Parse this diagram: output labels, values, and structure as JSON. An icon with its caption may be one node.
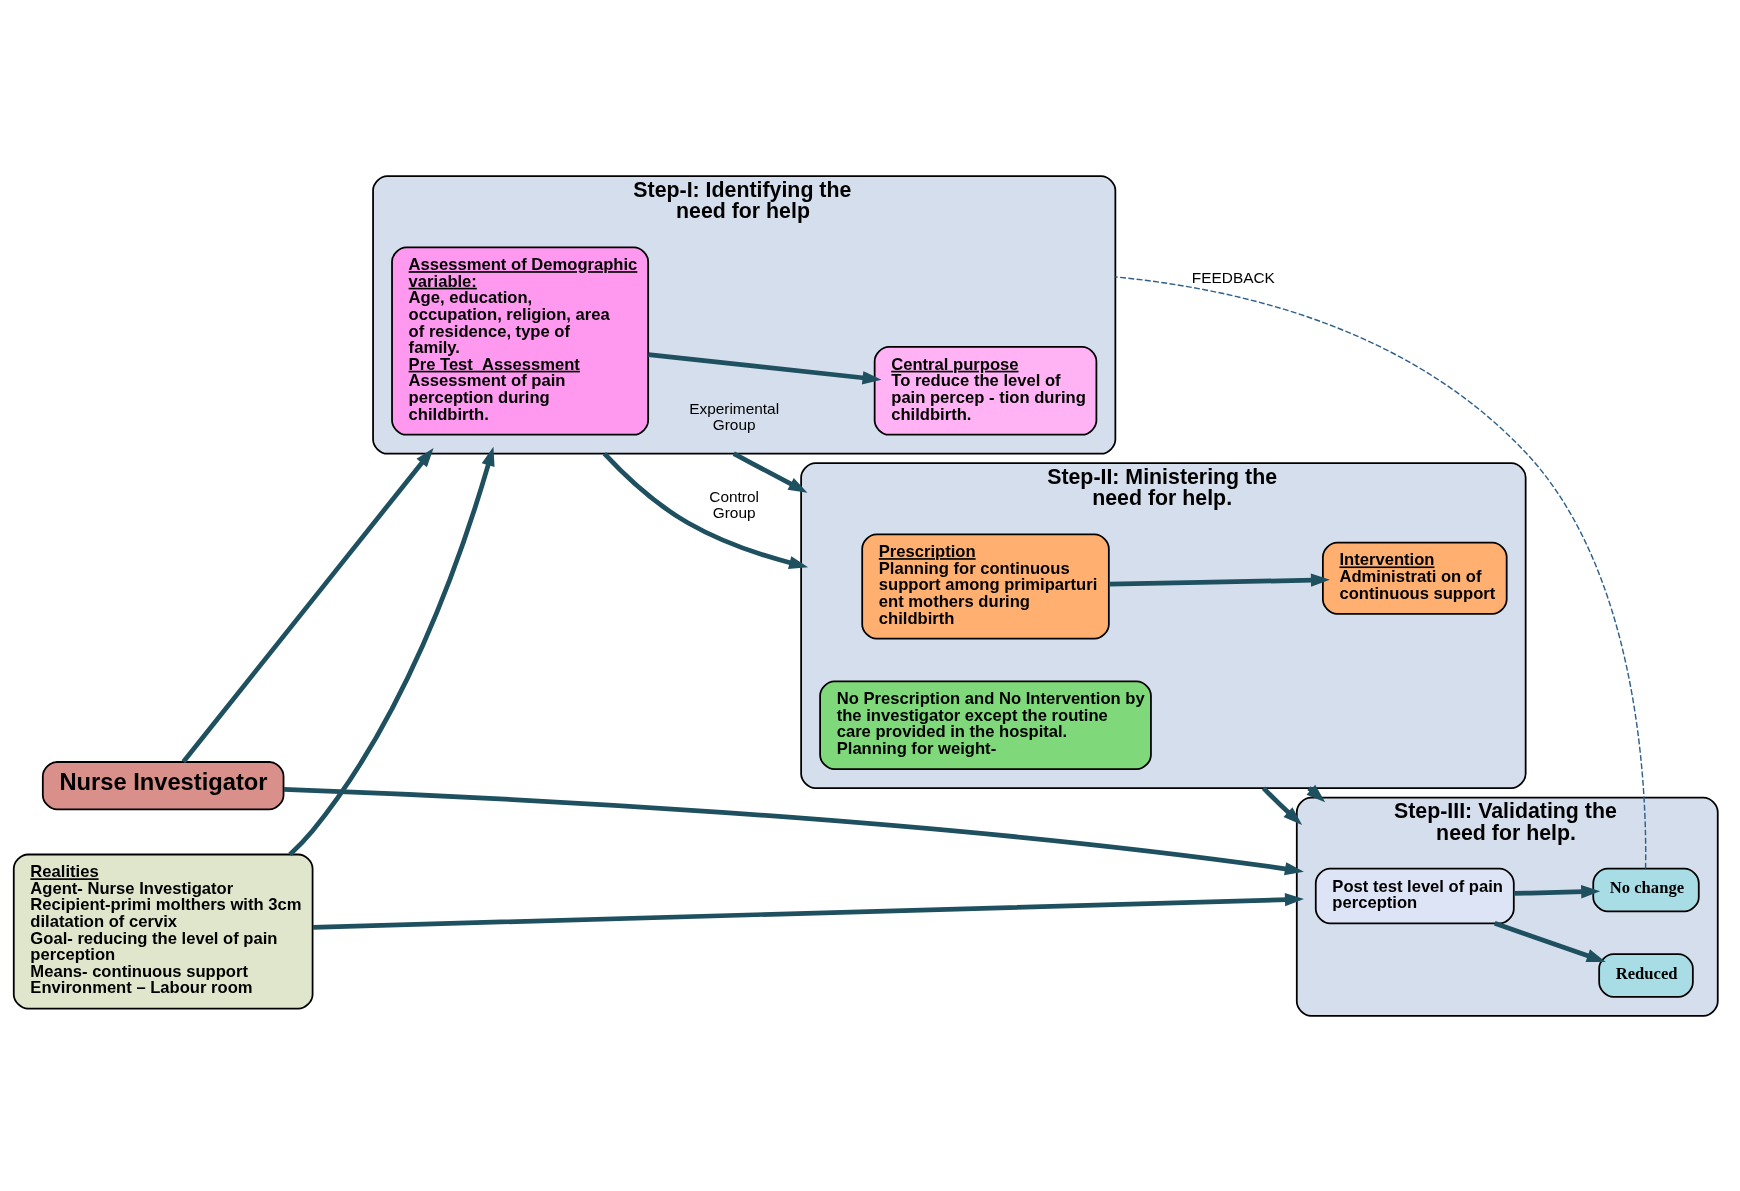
{
  "diagram": {
    "nodes": [
      {
        "text": [
          "Nurse Investigator"
        ]
      },
      {
        "text": [
          "Step-I: Identifying the need for help"
        ]
      },
      {
        "text": [
          "Assessment of Demographic variable:",
          "Age, education, occupation, religion, area of residence, type of family.",
          "Pre Test  Assessment",
          "Assessment of pain perception during childbirth."
        ],
        "in": 1
      },
      {
        "text": [
          "Central purpose",
          "To reduce the level of pain percep - tion during childbirth."
        ],
        "in": 1
      },
      {
        "text": [
          "Step-II: Ministering the need for help."
        ]
      },
      {
        "text": [
          "Prescription",
          "Planning for continuous support among primiparturi ent mothers during childbirth"
        ],
        "in": 4
      },
      {
        "text": [
          "Intervention",
          "Administrati on of continuous support"
        ],
        "in": 4
      },
      {
        "text": [
          "No Prescription and No Intervention by the investigator except the routine care provided in the hospital.",
          "Planning for weight-"
        ],
        "in": 4
      },
      {
        "text": [
          "Step-III: Validating the need for help."
        ]
      },
      {
        "text": [
          "Post test level of pain perception"
        ],
        "in": 8
      },
      {
        "text": [
          "Reduced"
        ],
        "in": 8
      },
      {
        "text": [
          "No change"
        ],
        "in": 8
      },
      {
        "text": [
          "Realities",
          "Agent- Nurse Investigator",
          "Recipient-primi molthers with 3cm dilatation of cervix",
          "Goal- reducing the level of pain perception",
          "Means- continuous support",
          "Environment – Labour room"
        ]
      }
    ],
    "edges": [
      {
        "from": 0,
        "to": 1,
        "arrow": "to"
      },
      {
        "from": 0,
        "to": 8,
        "arrow": "to"
      },
      {
        "from": 2,
        "to": 3,
        "arrow": "to"
      },
      {
        "from": 1,
        "to": 4,
        "label": "Experimental Group",
        "arrow": "to"
      },
      {
        "from": 1,
        "to": 4,
        "label": "Control Group",
        "arrow": "to"
      },
      {
        "from": 4,
        "to": 8,
        "arrow": "to"
      },
      {
        "from": 4,
        "to": 8,
        "arrow": "to"
      },
      {
        "from": 5,
        "to": 6,
        "arrow": "to"
      },
      {
        "from": 9,
        "to": 10,
        "arrow": "to"
      },
      {
        "from": 9,
        "to": 11,
        "arrow": "to"
      },
      {
        "from": 12,
        "to": 1,
        "arrow": "to"
      },
      {
        "from": 12,
        "to": 8,
        "arrow": "to"
      },
      {
        "from": 11,
        "to": 1,
        "label": "FEEDBACK",
        "arrow": "none",
        "style": "dashed",
        "color": "#2f5f8a"
      }
    ]
  }
}
